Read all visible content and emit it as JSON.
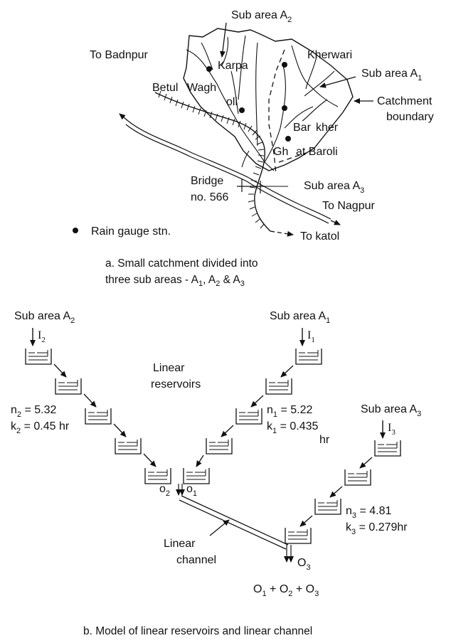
{
  "part_a": {
    "sub_area_a2": {
      "text": "Sub area A",
      "sub": "2"
    },
    "sub_area_a1": {
      "text": "Sub area A",
      "sub": "1"
    },
    "sub_area_a3": {
      "text": "Sub area A",
      "sub": "3"
    },
    "catchment_boundary": [
      "Catchment",
      "boundary"
    ],
    "to_badnpur": "To Badnpur",
    "to_nagpur": "To Nagpur",
    "to_katol": "To katol",
    "bridge": [
      "Bridge",
      "no. 566"
    ],
    "places": {
      "karpa": "Karpa",
      "kherwari": "Kherwari",
      "betul": "Betul",
      "wagh": "Wagh",
      "oli": "oli",
      "bar": "Bar",
      "kher": "kher",
      "gh": "Gh",
      "at_baroli": "at Baroli"
    },
    "legend_label": "Rain gauge stn.",
    "caption": {
      "line1": "a. Small catchment divided into",
      "line2_prefix": "three sub areas - A",
      "s1": "1",
      "mid1": ", A",
      "s2": "2",
      "mid2": " & A",
      "s3": "3"
    }
  },
  "part_b": {
    "sub_area_a2": {
      "text": "Sub area A",
      "sub": "2"
    },
    "sub_area_a1": {
      "text": "Sub area A",
      "sub": "1"
    },
    "sub_area_a3": {
      "text": "Sub area A",
      "sub": "3"
    },
    "inflows": {
      "i1": {
        "t": "I",
        "s": "1"
      },
      "i2": {
        "t": "I",
        "s": "2"
      },
      "i3": {
        "t": "I",
        "s": "3"
      }
    },
    "linear_reservoirs": [
      "Linear",
      "reservoirs"
    ],
    "linear_channel": [
      "Linear",
      "channel"
    ],
    "params_a2": {
      "n_sym": "n",
      "n_sub": "2",
      "n_val": " = 5.32",
      "k_sym": "k",
      "k_sub": "2",
      "k_val": " = 0.45 hr"
    },
    "params_a1": {
      "n_sym": "n",
      "n_sub": "1",
      "n_val": " = 5.22",
      "k_sym": "k",
      "k_sub": "1",
      "k_val": " = 0.435",
      "k_unit": "hr"
    },
    "params_a3": {
      "n_sym": "n",
      "n_sub": "3",
      "n_val": " = 4.81",
      "k_sym": "k",
      "k_sub": "3",
      "k_val": " = 0.279hr"
    },
    "outflows": {
      "o2": {
        "t": "o",
        "s": "2"
      },
      "o1": {
        "t": "o",
        "s": "1"
      },
      "o3": {
        "t": "O",
        "s": "3"
      }
    },
    "total": {
      "o1": "O",
      "s1": "1",
      "plus1": " + O",
      "s2": "2",
      "plus2": " + O",
      "s3": "3"
    },
    "caption": "b. Model of linear reservoirs and linear channel"
  },
  "colors": {
    "ink": "#111111",
    "background": "#ffffff"
  }
}
